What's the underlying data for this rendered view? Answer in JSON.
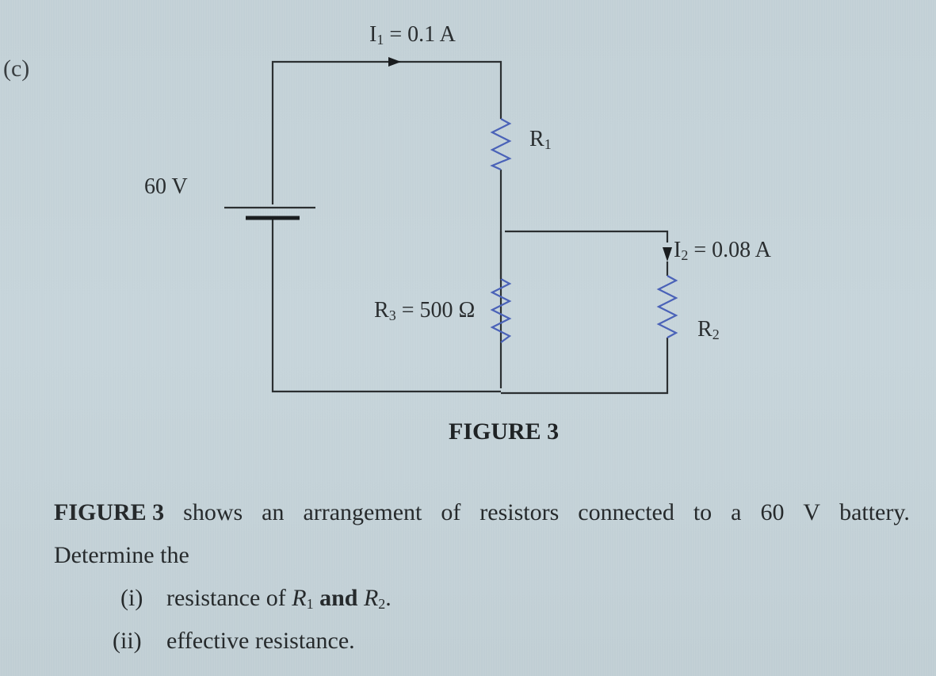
{
  "question": {
    "part_label": "(c)",
    "figure_caption": "FIGURE 3",
    "paragraph": {
      "figure_ref": "FIGURE 3",
      "words": [
        "shows",
        "an",
        "arrangement",
        "of",
        "resistors",
        "connected",
        "to",
        "a",
        "60",
        "V",
        "battery."
      ],
      "line2": "Determine the"
    },
    "items": [
      {
        "number": "(i)",
        "text": "resistance of",
        "var1": "R",
        "var1_sub": "1",
        "conj": "and",
        "var2": "R",
        "var2_sub": "2",
        "end": "."
      },
      {
        "number": "(ii)",
        "text": "effective resistance."
      }
    ]
  },
  "circuit": {
    "battery_label": "60 V",
    "i1": {
      "symbol": "I",
      "sub": "1",
      "value": "= 0.1 A"
    },
    "i2": {
      "symbol": "I",
      "sub": "2",
      "value": "= 0.08 A"
    },
    "r1": {
      "symbol": "R",
      "sub": "1"
    },
    "r2": {
      "symbol": "R",
      "sub": "2"
    },
    "r3": {
      "symbol": "R",
      "sub": "3",
      "value": "= 500 Ω"
    },
    "colors": {
      "wire": "#2b2f31",
      "resistor": "#4a62b8"
    }
  }
}
